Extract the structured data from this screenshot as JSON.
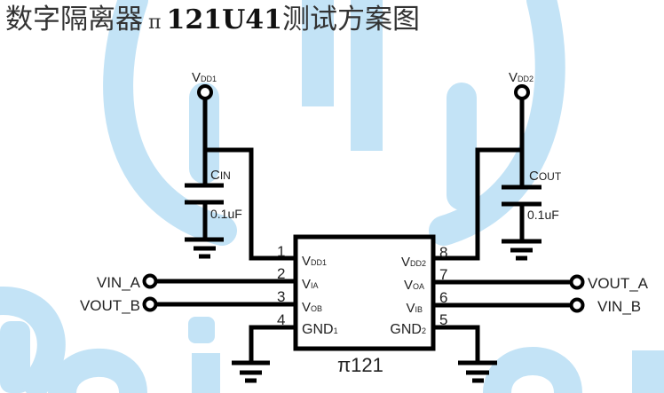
{
  "title": {
    "prefix": "数字隔离器",
    "pi": "π",
    "part": "121U41",
    "suffix": "测试方案图"
  },
  "colors": {
    "watermark": "#c3e3f6",
    "wire": "#000000",
    "text": "#222222"
  },
  "supply": {
    "vdd1": {
      "main": "V",
      "sub": "DD1"
    },
    "vdd2": {
      "main": "V",
      "sub": "DD2"
    }
  },
  "capacitors": {
    "cin": {
      "main": "C",
      "sub": "IN",
      "value": "0.1uF"
    },
    "cout": {
      "main": "C",
      "sub": "OUT",
      "value": "0.1uF"
    }
  },
  "chip": {
    "name": "π121",
    "left_pins": [
      {
        "num": "1",
        "main": "V",
        "sub": "DD1"
      },
      {
        "num": "2",
        "main": "V",
        "sub": "IA"
      },
      {
        "num": "3",
        "main": "V",
        "sub": "OB"
      },
      {
        "num": "4",
        "main": "GND",
        "sub": "1"
      }
    ],
    "right_pins": [
      {
        "num": "8",
        "main": "V",
        "sub": "DD2"
      },
      {
        "num": "7",
        "main": "V",
        "sub": "OA"
      },
      {
        "num": "6",
        "main": "V",
        "sub": "IB"
      },
      {
        "num": "5",
        "main": "GND",
        "sub": "2"
      }
    ]
  },
  "terminals": {
    "vin_a": "VIN_A",
    "vout_b": "VOUT_B",
    "vout_a": "VOUT_A",
    "vin_b": "VIN_B"
  }
}
